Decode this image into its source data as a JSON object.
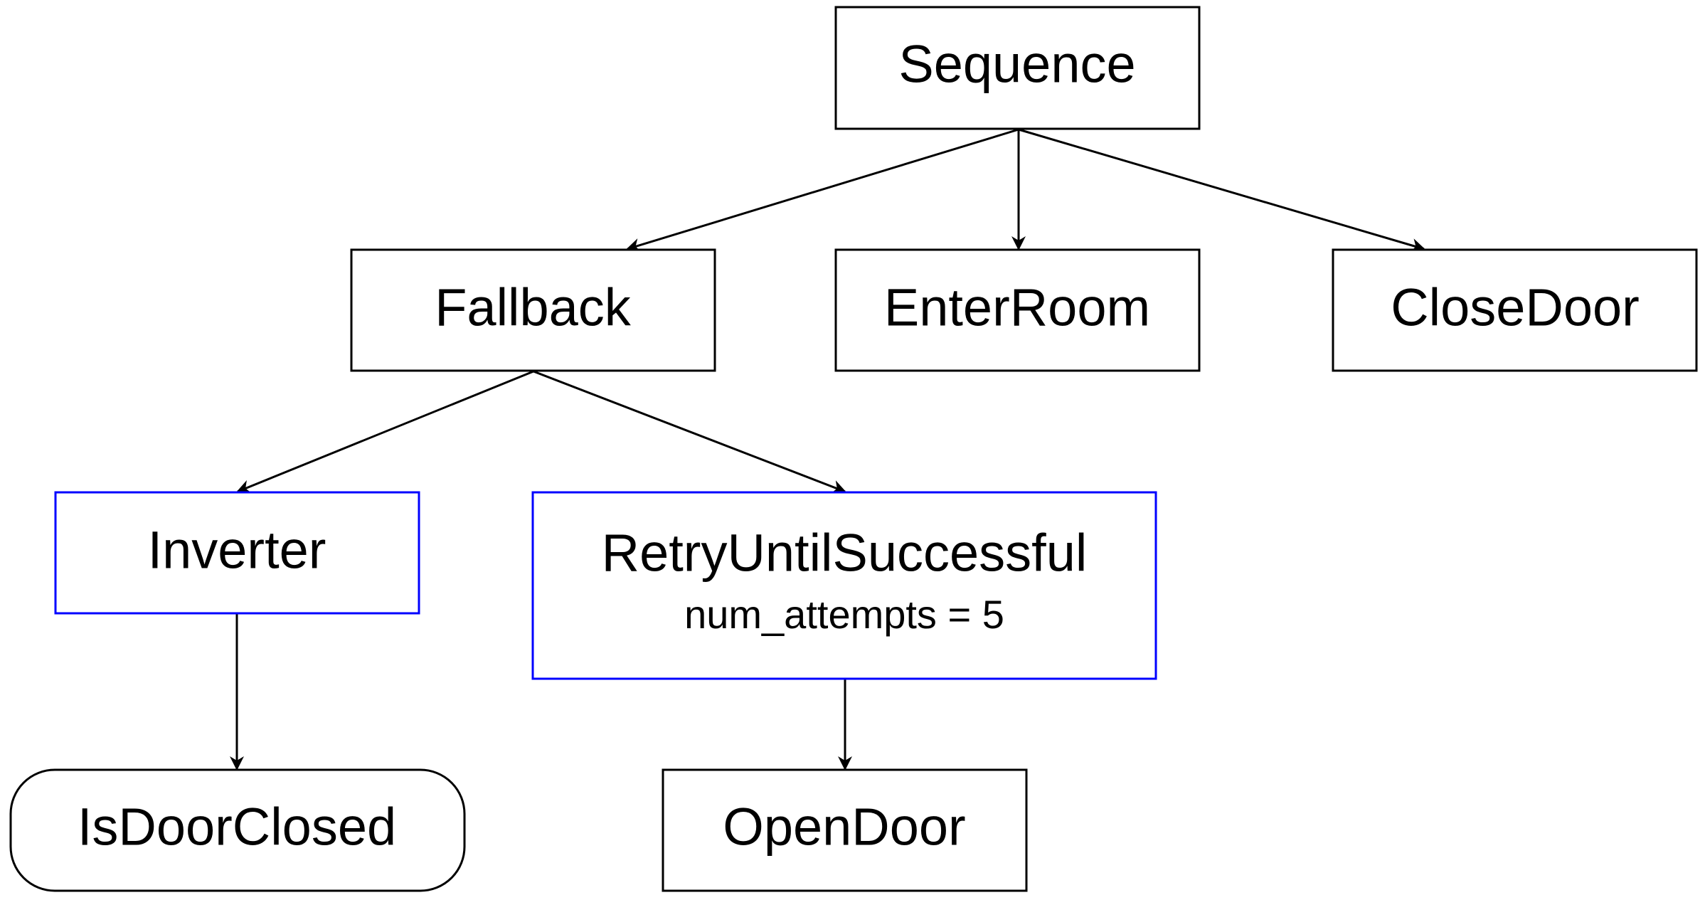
{
  "colors": {
    "default_border": "#000000",
    "decorator_border": "#0000ff",
    "edge": "#000000",
    "background": "#ffffff"
  },
  "nodes": {
    "sequence": {
      "label": "Sequence"
    },
    "fallback": {
      "label": "Fallback"
    },
    "enter_room": {
      "label": "EnterRoom"
    },
    "close_door": {
      "label": "CloseDoor"
    },
    "inverter": {
      "label": "Inverter"
    },
    "retry": {
      "label": "RetryUntilSuccessful",
      "sublabel": "num_attempts = 5"
    },
    "is_door_closed": {
      "label": "IsDoorClosed"
    },
    "open_door": {
      "label": "OpenDoor"
    }
  },
  "edges": [
    {
      "from": "sequence",
      "to": "fallback"
    },
    {
      "from": "sequence",
      "to": "enter_room"
    },
    {
      "from": "sequence",
      "to": "close_door"
    },
    {
      "from": "fallback",
      "to": "inverter"
    },
    {
      "from": "fallback",
      "to": "retry"
    },
    {
      "from": "inverter",
      "to": "is_door_closed"
    },
    {
      "from": "retry",
      "to": "open_door"
    }
  ]
}
